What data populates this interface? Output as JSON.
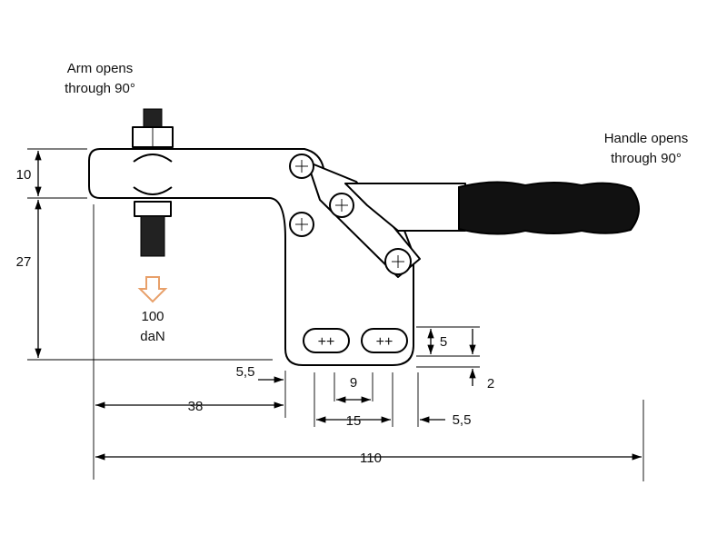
{
  "notes": {
    "arm_line1": "Arm opens",
    "arm_line2": "through 90°",
    "handle_line1": "Handle opens",
    "handle_line2": "through 90°"
  },
  "force": {
    "value": "100",
    "unit": "daN",
    "arrow_color": "#e8a06a"
  },
  "dimensions": {
    "d10": "10",
    "d27": "27",
    "d5_5_left": "5,5",
    "d38": "38",
    "d9": "9",
    "d15": "15",
    "d5": "5",
    "d2": "2",
    "d5_5_right": "5,5",
    "d110": "110"
  }
}
